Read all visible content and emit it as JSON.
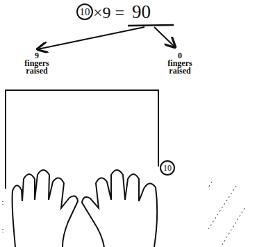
{
  "diagram": {
    "nodes": [
      {
        "text": [
          "10"
        ]
      },
      {
        "text": [
          "10"
        ]
      }
    ],
    "labels": [
      "×9 =",
      "90",
      "9 fingers raised",
      "0 fingers raised"
    ]
  }
}
